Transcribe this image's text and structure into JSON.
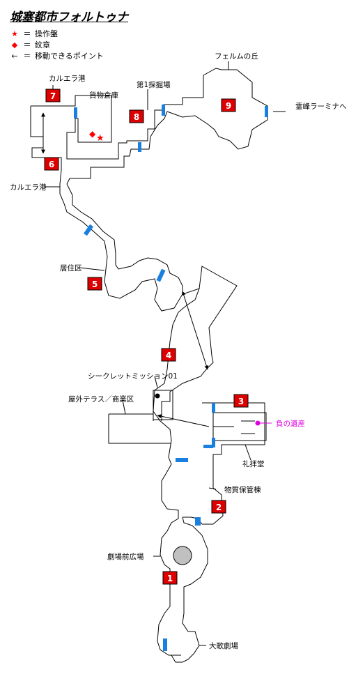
{
  "title": "城塞都市フォルトゥナ",
  "legend": {
    "items": [
      {
        "symbol": "★",
        "sep": "＝",
        "text": "操作盤",
        "color": "#ff0000"
      },
      {
        "symbol": "◆",
        "sep": "＝",
        "text": "紋章",
        "color": "#ff0000"
      },
      {
        "symbol": "←",
        "sep": "＝",
        "text": "移動できるポイント",
        "color": "#000000"
      }
    ]
  },
  "areas": {
    "a1": "1",
    "a2": "2",
    "a3": "3",
    "a4": "4",
    "a5": "5",
    "a6": "6",
    "a7": "7",
    "a8": "8",
    "a9": "9"
  },
  "labels": {
    "karuera_port_top": "カルエラ港",
    "cargo_warehouse": "貨物倉庫",
    "mine_1": "第1採掘場",
    "ferumu_hill": "フェルムの丘",
    "reihou": "霊峰ラーミナへ",
    "karuera_port_left": "カルエラ港",
    "residential": "居住区",
    "secret_mission": "シークレットミッション01",
    "terrace": "屋外テラス／商業区",
    "negative_relic": "負の遺産",
    "chapel": "礼拝堂",
    "storage": "物質保管棟",
    "theater_plaza": "劇場前広場",
    "opera_house": "大歌劇場"
  },
  "colors": {
    "marker_fill": "#dd0000",
    "door": "#1a80e0",
    "relic": "#e000e0",
    "fountain": "#c0c0c0"
  }
}
